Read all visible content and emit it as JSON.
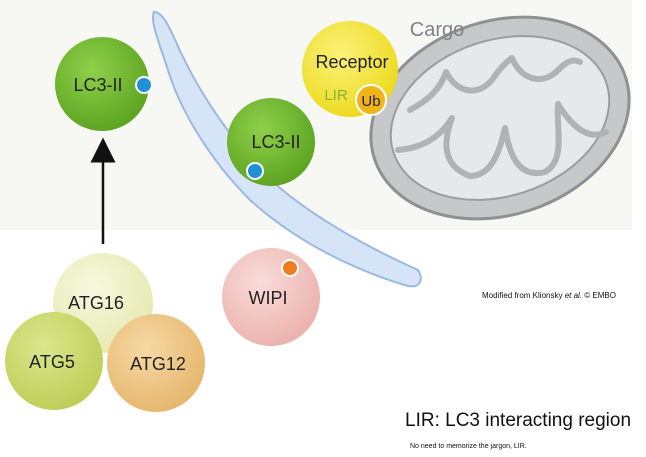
{
  "diagram": {
    "cargo_label": "Cargo",
    "receptor_label": "Receptor",
    "lir_label": "LIR",
    "ub_label": "Ub",
    "lc3_top_label": "LC3-II",
    "lc3_mid_label": "LC3-II",
    "wipi_label": "WIPI",
    "atg16_label": "ATG16",
    "atg5_label": "ATG5",
    "atg12_label": "ATG12",
    "colors": {
      "lc3": "#6db52a",
      "receptor": "#f2e12a",
      "ub": "#f0b419",
      "wipi": "#f1c1bd",
      "atg16": "#eef0c2",
      "atg5": "#c9d86a",
      "atg12": "#ecc482",
      "membrane": "#d6e4f7",
      "membrane_edge": "#9bb8e0",
      "mitochondrion": "#c6c8ca",
      "lipid_dot_blue": "#1f8fd6",
      "lipid_dot_orange": "#ee7b1c",
      "panel_bg": "#f7f7f4"
    }
  },
  "credit": {
    "prefix": "Modified from Klionsky ",
    "italic": "et al.",
    "suffix": " © EMBO"
  },
  "legend_text": "LIR: LC3 interacting region",
  "note_text": "No need to memorize the jargon, LIR."
}
